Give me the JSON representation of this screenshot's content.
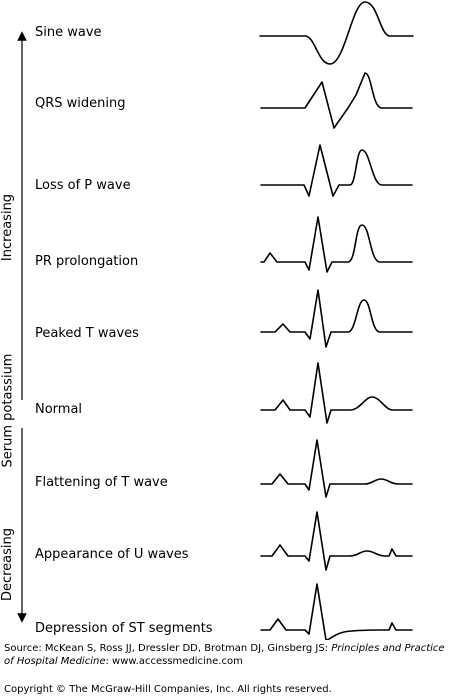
{
  "side_labels": {
    "increasing": "Increasing",
    "serum_potassium": "Serum potassium",
    "decreasing": "Decreasing"
  },
  "rows": [
    {
      "label": "Sine wave"
    },
    {
      "label": "QRS widening"
    },
    {
      "label": "Loss of P wave"
    },
    {
      "label": "PR prolongation"
    },
    {
      "label": "Peaked T waves"
    },
    {
      "label": "Normal"
    },
    {
      "label": "Flattening of T wave"
    },
    {
      "label": "Appearance of U waves"
    },
    {
      "label": "Depression of ST segments"
    }
  ],
  "source": {
    "prefix": "Source: McKean S, Ross JJ, Dressler DD, Brotman DJ, Ginsberg JS: ",
    "book_title": "Principles and Practice of Hospital Medicine",
    "suffix": ": www.accessmedicine.com"
  },
  "copyright": "Copyright © The McGraw-Hill Companies, Inc. All rights reserved."
}
